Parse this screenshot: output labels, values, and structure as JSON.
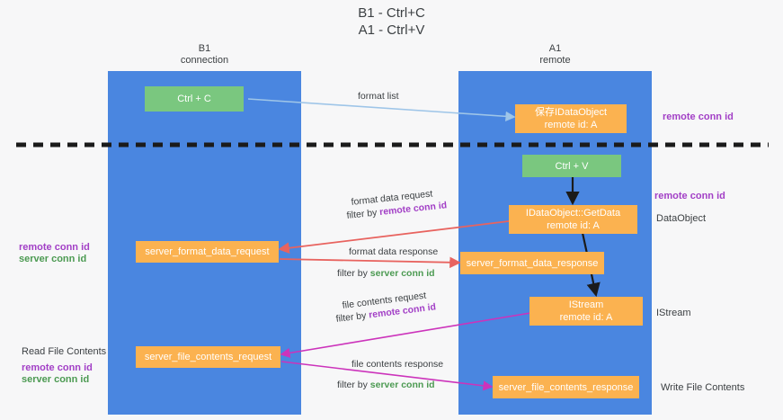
{
  "title": {
    "line1": "B1 - Ctrl+C",
    "line2": "A1 - Ctrl+V"
  },
  "lanes": [
    {
      "name": "b1",
      "header_line1": "B1",
      "header_line2": "connection",
      "color": "#4a86e0"
    },
    {
      "name": "a1",
      "header_line1": "A1",
      "header_line2": "remote",
      "color": "#4a86e0"
    }
  ],
  "colors": {
    "lane": "#4a86e0",
    "green_node": "#7ac77f",
    "orange_node": "#fbb250",
    "remote_conn_id": "#a23fc6",
    "server_conn_id": "#4c9a52",
    "arrow_format": "#e8635f",
    "arrow_file": "#cc33bb",
    "arrow_formatlist": "#9ec5e8",
    "arrow_black": "#1b1b1b",
    "divider": "#1b1b1b"
  },
  "nodes": [
    {
      "id": "ctrl-c",
      "label_line1": "Ctrl + C",
      "label_line2": "",
      "style": "green"
    },
    {
      "id": "save-idataobject",
      "label_line1": "保存IDataObject",
      "label_line2": "remote id: A",
      "style": "orange"
    },
    {
      "id": "ctrl-v",
      "label_line1": "Ctrl + V",
      "label_line2": "",
      "style": "green"
    },
    {
      "id": "getdata",
      "label_line1": "IDataObject::GetData",
      "label_line2": "remote id: A",
      "style": "orange"
    },
    {
      "id": "server-format-data-request",
      "label_line1": "server_format_data_request",
      "label_line2": "",
      "style": "orange"
    },
    {
      "id": "server-format-data-response",
      "label_line1": "server_format_data_response",
      "label_line2": "",
      "style": "orange"
    },
    {
      "id": "istream",
      "label_line1": "IStream",
      "label_line2": "remote id: A",
      "style": "orange"
    },
    {
      "id": "server-file-contents-request",
      "label_line1": "server_file_contents_request",
      "label_line2": "",
      "style": "orange"
    },
    {
      "id": "server-file-contents-response",
      "label_line1": "server_file_contents_response",
      "label_line2": "",
      "style": "orange"
    }
  ],
  "edges": [
    {
      "id": "format-list",
      "line1": "format list",
      "line2_prefix": "",
      "line2_key": ""
    },
    {
      "id": "format-data-request",
      "line1": "format data request",
      "line2_prefix": "filter by ",
      "line2_key": "remote conn id"
    },
    {
      "id": "format-data-response",
      "line1": "format data response",
      "line2_prefix": "filter by ",
      "line2_key": "server conn id"
    },
    {
      "id": "file-contents-request",
      "line1": "file contents request",
      "line2_prefix": "filter by ",
      "line2_key": "remote conn id"
    },
    {
      "id": "file-contents-response",
      "line1": "file contents response",
      "line2_prefix": "filter by ",
      "line2_key": "server conn id"
    }
  ],
  "annotations": {
    "right_remote_conn_id_top": "remote conn id",
    "right_remote_conn_id_mid": "remote conn id",
    "right_dataobject": "DataObject",
    "right_istream": "IStream",
    "right_write_file_contents": "Write File Contents",
    "left_remote_conn_id_mid": "remote conn id",
    "left_server_conn_id_mid": "server conn id",
    "left_read_file_contents": "Read File Contents",
    "left_remote_conn_id_bottom": "remote conn id",
    "left_server_conn_id_bottom": "server conn id"
  },
  "edge_text": {
    "format_list": "format list",
    "format_data_request": "format data request",
    "format_data_response": "format data response",
    "file_contents_request": "file contents request",
    "file_contents_response": "file contents response",
    "filter_by": "filter by ",
    "remote_conn_id": "remote conn id",
    "server_conn_id": "server conn id"
  }
}
